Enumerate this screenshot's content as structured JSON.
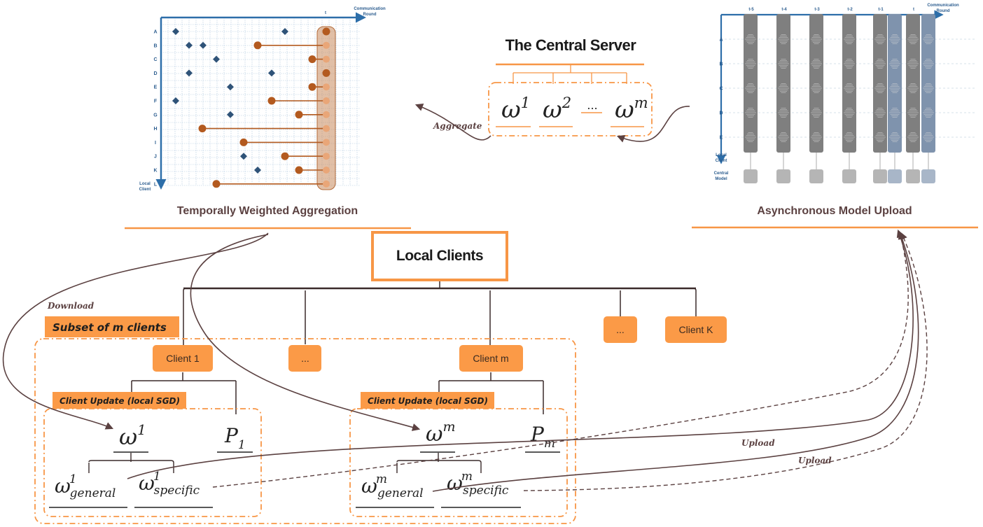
{
  "server": {
    "title": "The Central Server",
    "weights": [
      "ω",
      "ω",
      "...",
      "ω"
    ],
    "superscripts": [
      "1",
      "2",
      "",
      "m"
    ]
  },
  "twa": {
    "caption": "Temporally Weighted Aggregation",
    "x_title": [
      "Communication",
      "Round"
    ],
    "t_label": "t",
    "y_title": [
      "Local",
      "Client"
    ],
    "rows": [
      "A",
      "B",
      "C",
      "D",
      "E",
      "F",
      "G",
      "H",
      "I",
      "J",
      "K",
      "L"
    ]
  },
  "amu": {
    "caption": "Asynchronous Model Upload",
    "x_title": [
      "Communication",
      "Round"
    ],
    "rounds": [
      "t-5",
      "t-4",
      "t-3",
      "t-2",
      "t-1",
      "t"
    ],
    "rows": [
      "A",
      "B",
      "C",
      "D",
      "E"
    ],
    "local_label": [
      "Local",
      "Client"
    ],
    "central_label": [
      "Central",
      "Model"
    ]
  },
  "labels": {
    "aggregate": "Aggregate",
    "download": "Download",
    "upload": "Upload"
  },
  "local": {
    "title": "Local Clients",
    "subset_tag": "Subset of m clients",
    "client1": "Client 1",
    "ellipsis": "...",
    "clientm": "Client m",
    "clientk": "Client K",
    "update_tag": "Client Update (local SGD)"
  },
  "client1_math": {
    "w": "ω",
    "w_sup": "1",
    "p": "P",
    "p_sub": "1",
    "wg_sup": "1",
    "wg_sub": "general",
    "ws_sup": "1",
    "ws_sub": "specific"
  },
  "clientm_math": {
    "w": "ω",
    "w_sup": "m",
    "p": "P",
    "p_sub": "m",
    "wg_sup": "m",
    "wg_sub": "general",
    "ws_sup": "m",
    "ws_sub": "specific"
  },
  "colors": {
    "orange": "#f79646",
    "orange_box": "#fb9a47",
    "blue": "#2d6ea9",
    "node": "#b35a1f",
    "diamond": "#2f5378",
    "arrow": "#5b4141"
  }
}
